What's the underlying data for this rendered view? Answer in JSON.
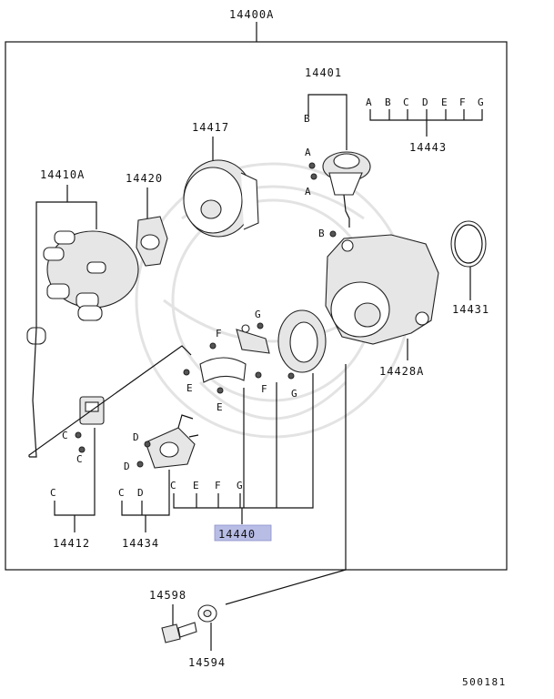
{
  "diagram": {
    "assembly_number": "14400A",
    "image_ref": "500181",
    "parts": {
      "p14401": "14401",
      "p14443": "14443",
      "p14417": "14417",
      "p14410A": "14410A",
      "p14420": "14420",
      "p14431": "14431",
      "p14428A": "14428A",
      "p14412": "14412",
      "p14434": "14434",
      "p14440": "14440",
      "p14598": "14598",
      "p14594": "14594"
    },
    "letters": {
      "A": "A",
      "B": "B",
      "C": "C",
      "D": "D",
      "E": "E",
      "F": "F",
      "G": "G"
    },
    "highlight_color": "#b8bde6"
  }
}
